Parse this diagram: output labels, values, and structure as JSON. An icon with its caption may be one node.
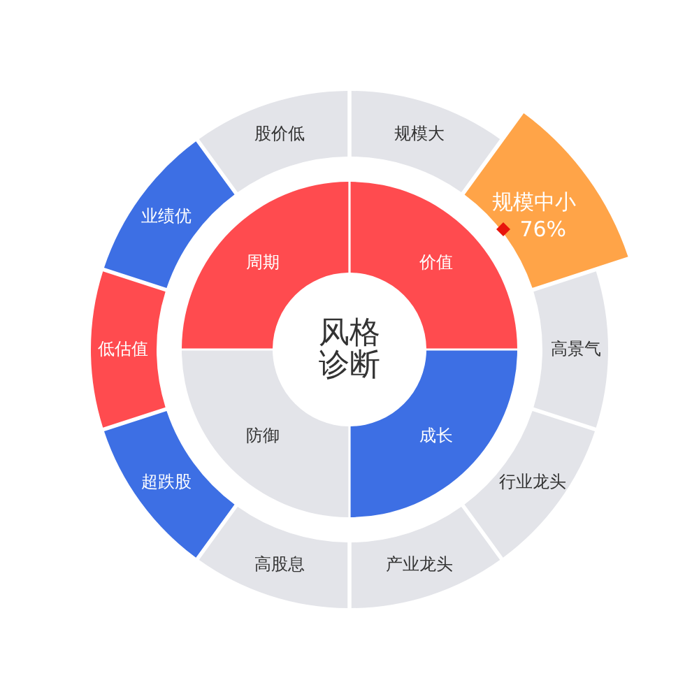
{
  "diagram": {
    "nodes": [
      {
        "text": [
          "风格诊断"
        ]
      },
      {
        "text": [
          "价值"
        ]
      },
      {
        "text": [
          "成长"
        ]
      },
      {
        "text": [
          "防御"
        ]
      },
      {
        "text": [
          "周期"
        ]
      },
      {
        "text": [
          "规模大"
        ]
      },
      {
        "text": [
          "规模中小",
          "76%"
        ]
      },
      {
        "text": [
          "高景气"
        ]
      },
      {
        "text": [
          "行业龙头"
        ]
      },
      {
        "text": [
          "产业龙头"
        ]
      },
      {
        "text": [
          "高股息"
        ]
      },
      {
        "text": [
          "超跌股"
        ]
      },
      {
        "text": [
          "低估值"
        ]
      },
      {
        "text": [
          "业绩优"
        ]
      },
      {
        "text": [
          "股价低"
        ]
      }
    ]
  }
}
